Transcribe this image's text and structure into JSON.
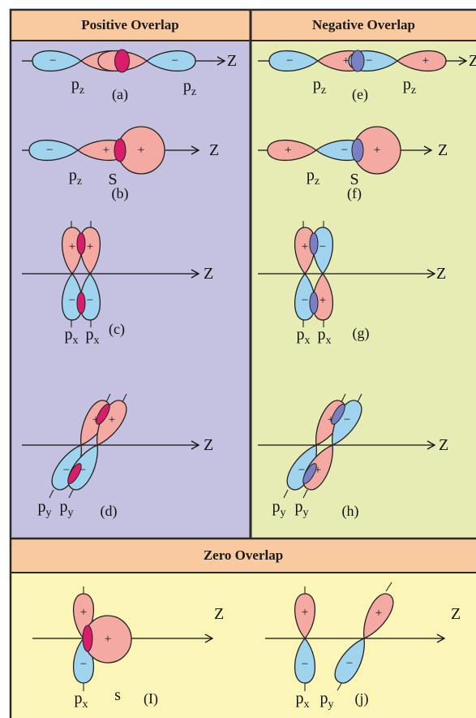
{
  "headers": {
    "positive": "Positive Overlap",
    "negative": "Negative Overlap",
    "zero": "Zero Overlap"
  },
  "colors": {
    "header_bg": "#f9c9a0",
    "positive_panel_bg": "#c4c2e0",
    "negative_panel_bg": "#e6ecb3",
    "zero_panel_bg": "#fbf6b8",
    "border": "#2a2a2a",
    "plus_lobe": "#f4a9a2",
    "minus_lobe": "#9fd3ee",
    "positive_overlap": "#d81e6a",
    "negative_overlap": "#7b7fc4"
  },
  "symbols": {
    "plus": "+",
    "minus": "−",
    "axis": "Z"
  },
  "diagrams": [
    {
      "id": "a",
      "caption": "(a)",
      "orbitals": [
        "p_z",
        "p_z"
      ],
      "overlap": "positive"
    },
    {
      "id": "b",
      "caption": "(b)",
      "orbitals": [
        "p_z",
        "S"
      ],
      "overlap": "positive"
    },
    {
      "id": "c",
      "caption": "(c)",
      "orbitals": [
        "p_x",
        "p_x"
      ],
      "overlap": "positive"
    },
    {
      "id": "d",
      "caption": "(d)",
      "orbitals": [
        "p_y",
        "p_y"
      ],
      "overlap": "positive"
    },
    {
      "id": "e",
      "caption": "(e)",
      "orbitals": [
        "p_z",
        "p_z"
      ],
      "overlap": "negative"
    },
    {
      "id": "f",
      "caption": "(f)",
      "orbitals": [
        "p_z",
        "S"
      ],
      "overlap": "negative"
    },
    {
      "id": "g",
      "caption": "(g)",
      "orbitals": [
        "p_x",
        "p_x"
      ],
      "overlap": "negative"
    },
    {
      "id": "h",
      "caption": "(h)",
      "orbitals": [
        "p_y",
        "p_y"
      ],
      "overlap": "negative"
    },
    {
      "id": "I",
      "caption": "(I)",
      "orbitals": [
        "p_x",
        "s"
      ],
      "overlap": "zero"
    },
    {
      "id": "j",
      "caption": "(j)",
      "orbitals": [
        "p_x",
        "p_y"
      ],
      "overlap": "zero"
    }
  ],
  "orbital_labels": {
    "p": "p",
    "z": "z",
    "x": "x",
    "y": "y",
    "S": "S",
    "s": "s"
  }
}
